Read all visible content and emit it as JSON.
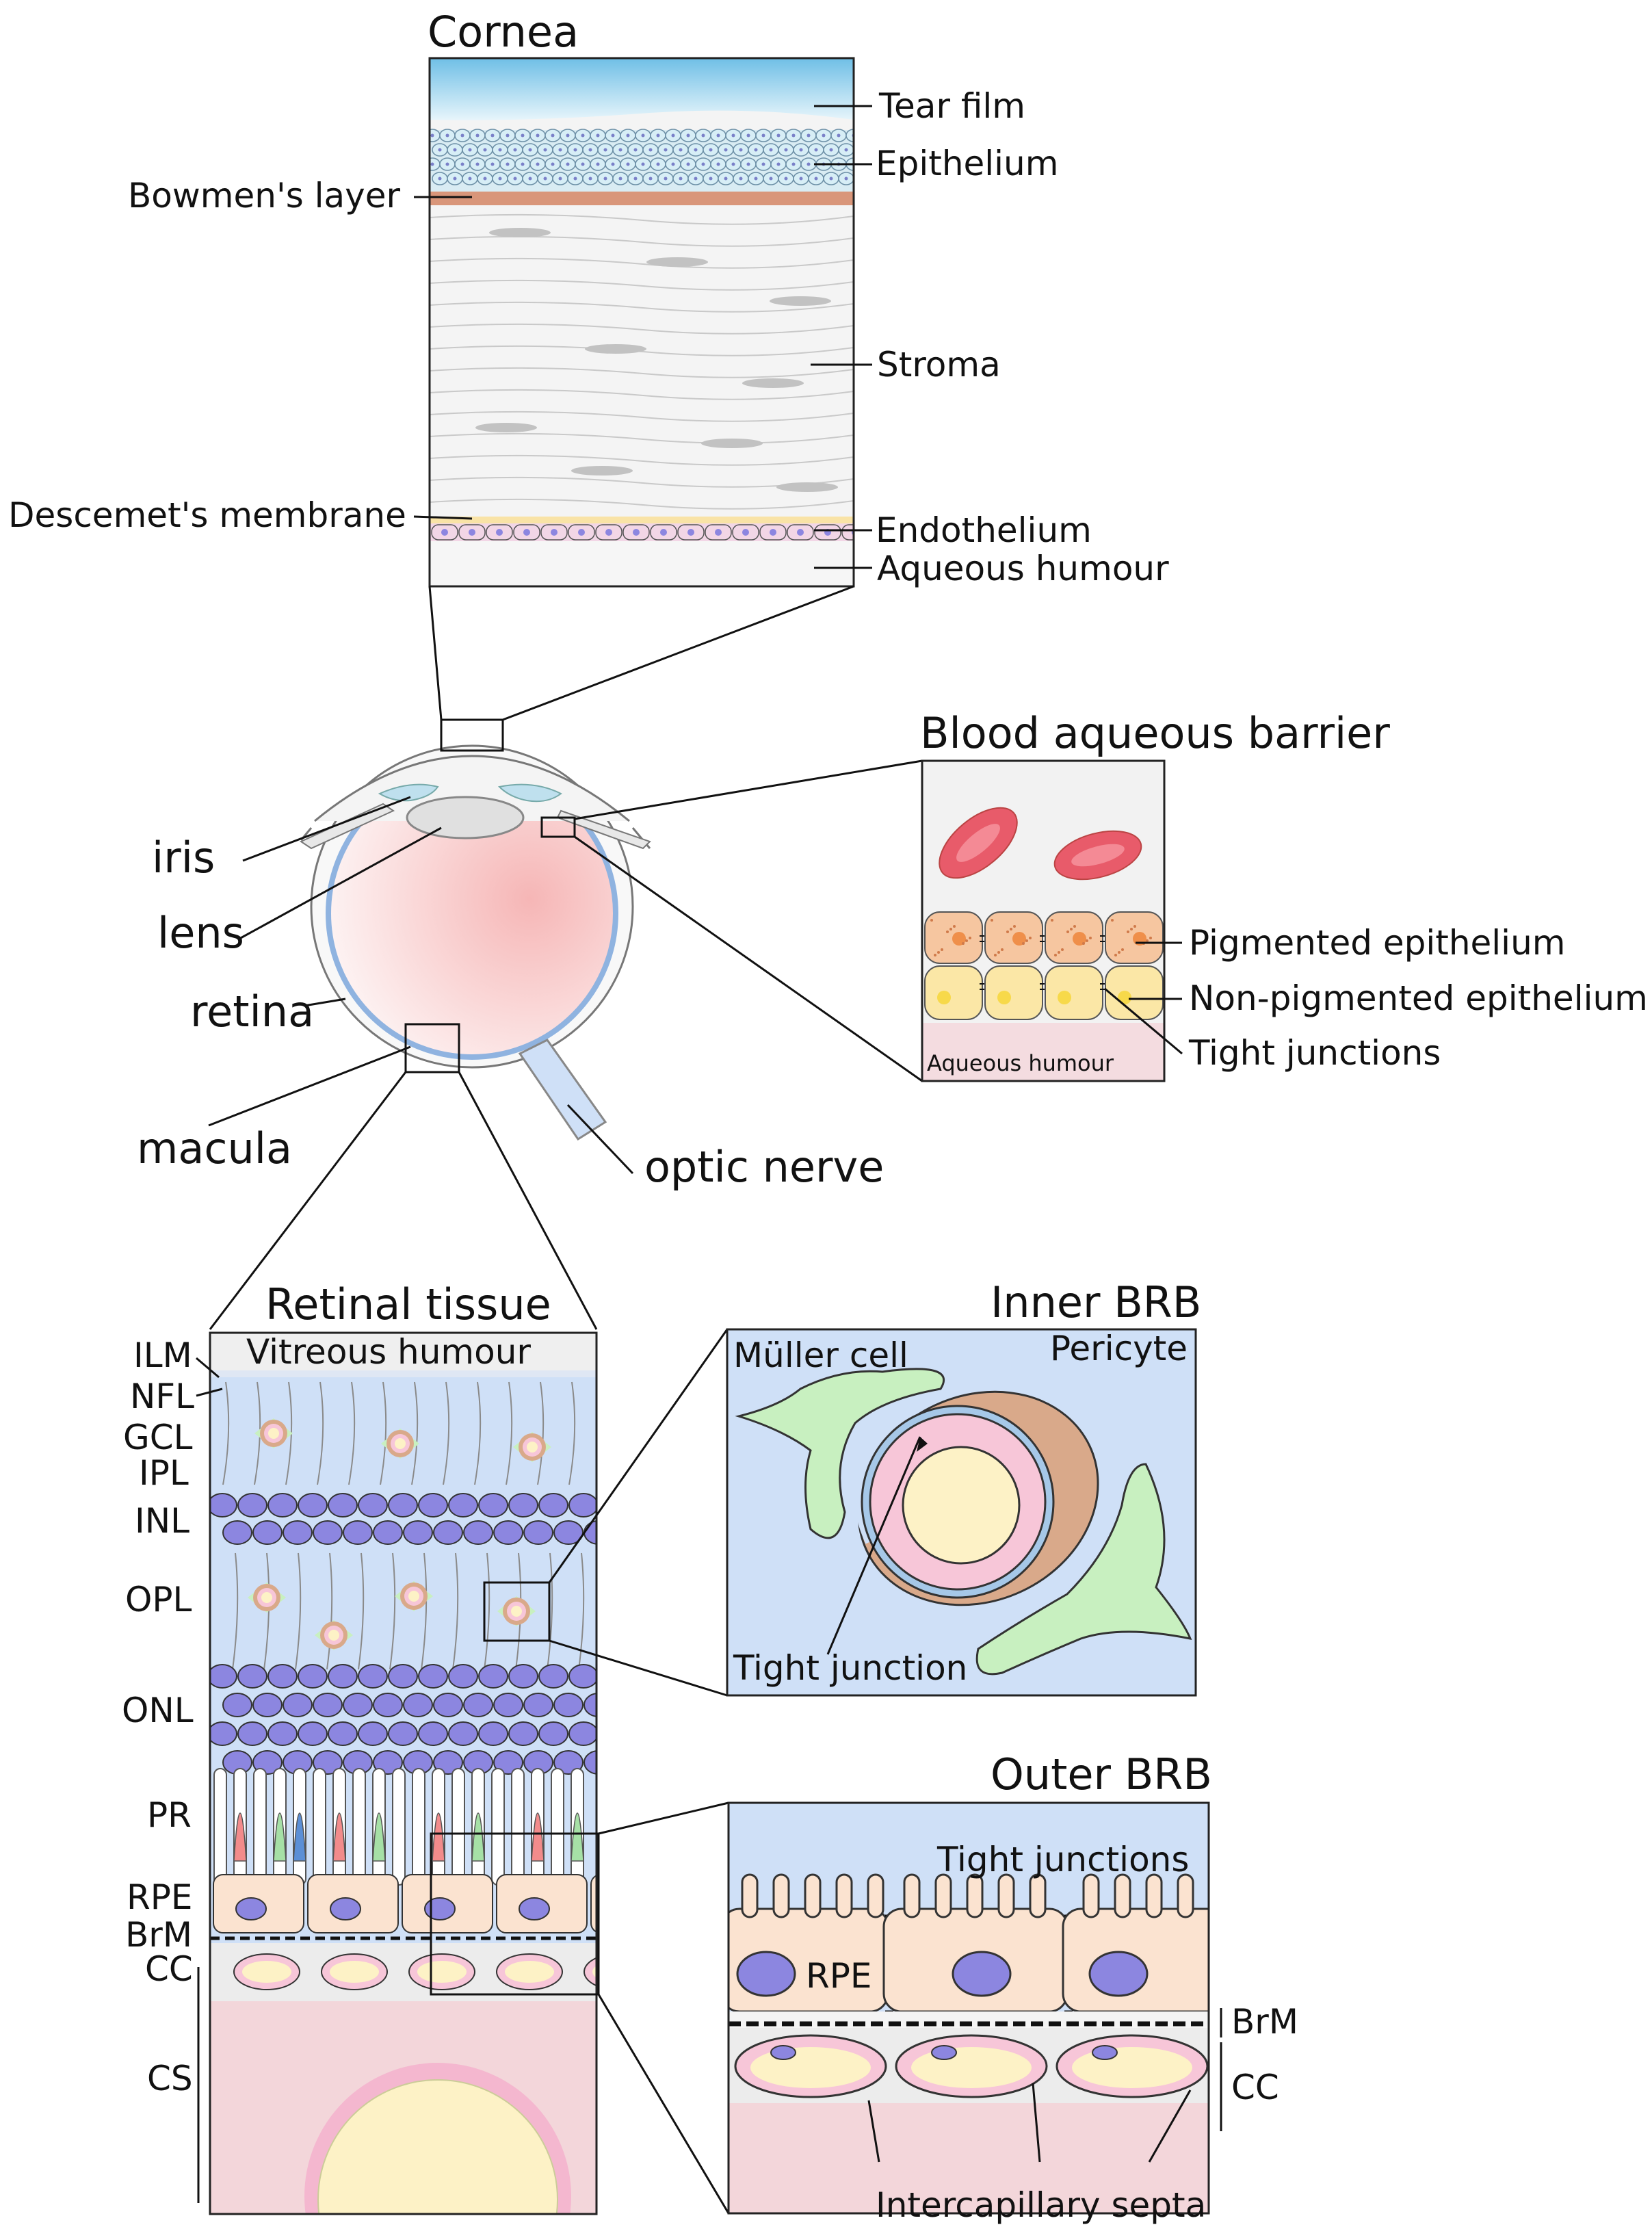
{
  "cornea": {
    "title": "Cornea",
    "labels": {
      "tear_film": "Tear film",
      "epithelium": "Epithelium",
      "bowmens_layer": "Bowmen's layer",
      "stroma": "Stroma",
      "descemets_membrane": "Descemet's membrane",
      "endothelium": "Endothelium",
      "aqueous_humour": "Aqueous humour"
    }
  },
  "eye": {
    "labels": {
      "iris": "iris",
      "lens": "lens",
      "retina": "retina",
      "macula": "macula",
      "optic_nerve": "optic nerve"
    }
  },
  "bab": {
    "title": "Blood aqueous barrier",
    "labels": {
      "pigmented_epithelium": "Pigmented epithelium",
      "non_pigmented_epithelium": "Non-pigmented epithelium",
      "tight_junctions": "Tight junctions",
      "aqueous_humour": "Aqueous humour"
    }
  },
  "retina": {
    "title": "Retinal tissue",
    "vitreous": "Vitreous humour",
    "layers": {
      "ilm": "ILM",
      "nfl": "NFL",
      "gcl": "GCL",
      "ipl": "IPL",
      "inl": "INL",
      "opl": "OPL",
      "onl": "ONL",
      "pr": "PR",
      "rpe": "RPE",
      "brm": "BrM",
      "cc": "CC",
      "cs": "CS"
    }
  },
  "inner_brb": {
    "title": "Inner BRB",
    "labels": {
      "muller_cell": "Müller cell",
      "pericyte": "Pericyte",
      "tight_junction": "Tight junction"
    }
  },
  "outer_brb": {
    "title": "Outer BRB",
    "labels": {
      "tight_junctions": "Tight junctions",
      "rpe": "RPE",
      "brm": "BrM",
      "cc": "CC",
      "intercapillary_septa": "Intercapillary septa"
    }
  },
  "colors": {
    "tear_film": "#7fc7e8",
    "bowman": "#d9967a",
    "endothelium": "#f2d6e6",
    "retina_blue": "#cfe0f7",
    "inl_nucleus": "#8c86e0",
    "rpe_cell": "#fbe3d0",
    "choroid": "#f3d6da",
    "muller": "#c8f0c0",
    "pericyte": "#d9a98a",
    "pigmented": "#f6c6a0",
    "non_pigmented": "#fbe7a6",
    "rbc": "#e85b6a"
  }
}
